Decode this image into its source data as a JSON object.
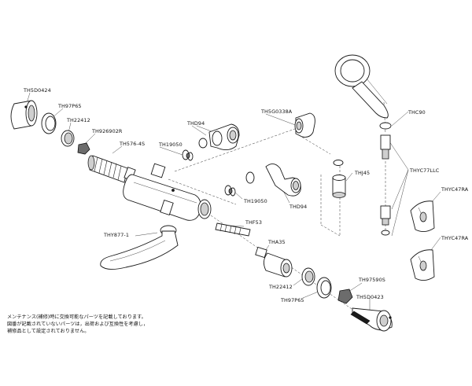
{
  "parts": {
    "th5d0424": "TH5D0424",
    "th97p65_top": "TH97P65",
    "th22412_top": "TH22412",
    "th926902r": "TH926902R",
    "th576_4s": "TH576-4S",
    "th19050_top": "TH19050",
    "thd94_top": "THD94",
    "thy877_1": "THY877-1",
    "th5g0338a": "TH5G0338A",
    "th19050_mid": "TH19050",
    "thd94_mid": "THD94",
    "thf53": "THF53",
    "tha35": "THA35",
    "th22412_bot": "TH22412",
    "th97p65_bot": "TH97P65",
    "th97590s": "TH97590S",
    "th5d0423": "TH5D0423",
    "thc90": "THC90",
    "thj45": "THJ45",
    "thyc77llc": "THYC77LLC",
    "thyc47ra_1": "THYC47RA",
    "thyc47ra_2": "THYC47RA"
  },
  "note": {
    "line1": "メンテナンス(補修)時に交換可能なパーツを記載しております。",
    "line2": "図番が記載されていないパーツは，出荷および互換性を考慮し，",
    "line3": "補修品として設定されておりません。"
  }
}
